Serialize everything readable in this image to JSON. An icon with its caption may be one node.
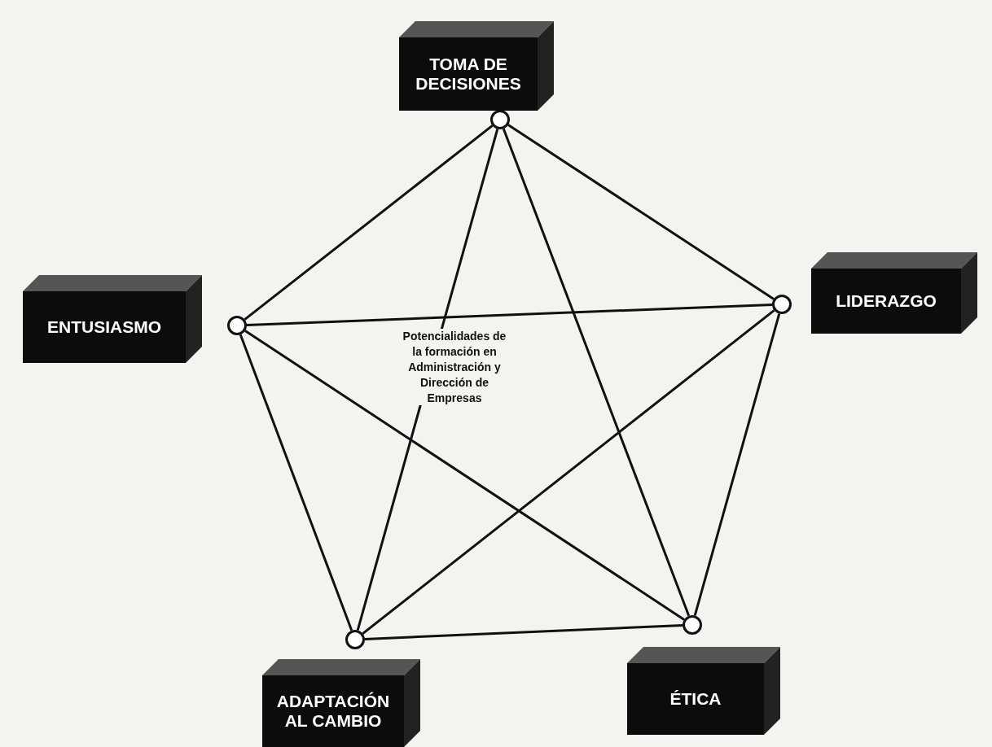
{
  "diagram": {
    "nodes": [
      {
        "text": [
          "TOMA DE DECISIONES"
        ]
      },
      {
        "text": [
          "ENTUSIASMO"
        ]
      },
      {
        "text": [
          "LIDERAZGO"
        ]
      },
      {
        "text": [
          "ADAPTACIÓN AL CAMBIO"
        ]
      },
      {
        "text": [
          "ÉTICA"
        ]
      },
      {
        "text": [],
        "shape": "circle"
      },
      {
        "text": [],
        "shape": "circle"
      },
      {
        "text": [],
        "shape": "circle"
      },
      {
        "text": [],
        "shape": "circle"
      },
      {
        "text": [],
        "shape": "circle"
      }
    ],
    "edges": [
      {
        "from": 5,
        "to": 6,
        "arrow": "none"
      },
      {
        "from": 5,
        "to": 7,
        "arrow": "none"
      },
      {
        "from": 5,
        "to": 8,
        "arrow": "none"
      },
      {
        "from": 5,
        "to": 9,
        "arrow": "none"
      },
      {
        "from": 6,
        "to": 7,
        "arrow": "none"
      },
      {
        "from": 6,
        "to": 8,
        "arrow": "none"
      },
      {
        "from": 6,
        "to": 9,
        "arrow": "none"
      },
      {
        "from": 7,
        "to": 8,
        "arrow": "none"
      },
      {
        "from": 7,
        "to": 9,
        "arrow": "none"
      },
      {
        "from": 8,
        "to": 9,
        "arrow": "none"
      }
    ],
    "labels": [
      "Potencialidades de la formación en Administración y Dirección de Empresas"
    ]
  }
}
